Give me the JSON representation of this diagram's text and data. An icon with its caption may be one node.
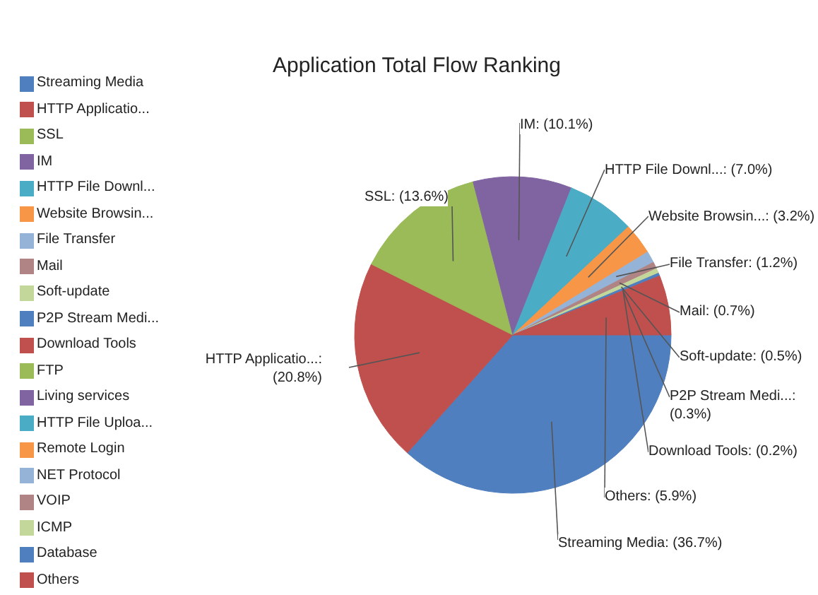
{
  "diagram": {
    "chart_data": {
      "type": "pie",
      "title": "Application Total Flow Ranking",
      "legend": "left",
      "categories": [
        "Streaming Media",
        "HTTP Applicatio...",
        "SSL",
        "IM",
        "HTTP File Downl...",
        "Website Browsin...",
        "File Transfer",
        "Mail",
        "Soft-update",
        "P2P Stream Medi...",
        "Download Tools",
        "FTP",
        "Living services",
        "HTTP File Uploa...",
        "Remote Login",
        "NET Protocol",
        "VOIP",
        "ICMP",
        "Database",
        "Others"
      ],
      "colors": [
        "#4f7fbf",
        "#c0504d",
        "#9bbb59",
        "#8064a2",
        "#4bacc6",
        "#f79646",
        "#95b3d7",
        "#b08484",
        "#c4d79b",
        "#4f7fbf",
        "#c0504d",
        "#9bbb59",
        "#8064a2",
        "#4bacc6",
        "#f79646",
        "#95b3d7",
        "#b08484",
        "#c4d79b",
        "#4f7fbf",
        "#c0504d"
      ],
      "values": [
        36.7,
        20.8,
        13.6,
        10.1,
        7.0,
        3.2,
        1.2,
        0.7,
        0.5,
        0.3,
        0.2,
        null,
        null,
        null,
        null,
        null,
        null,
        null,
        null,
        5.9
      ],
      "value_labels": [
        "Streaming Media: (36.7%)",
        "HTTP Applicatio...: (20.8%)",
        "SSL: (13.6%)",
        "IM: (10.1%)",
        "HTTP File Downl...: (7.0%)",
        "Website Browsin...: (3.2%)",
        "File Transfer: (1.2%)",
        "Mail: (0.7%)",
        "Soft-update: (0.5%)",
        "P2P Stream Medi...: (0.3%)",
        "Download Tools: (0.2%)",
        null,
        null,
        null,
        null,
        null,
        null,
        null,
        null,
        "Others: (5.9%)"
      ]
    }
  }
}
